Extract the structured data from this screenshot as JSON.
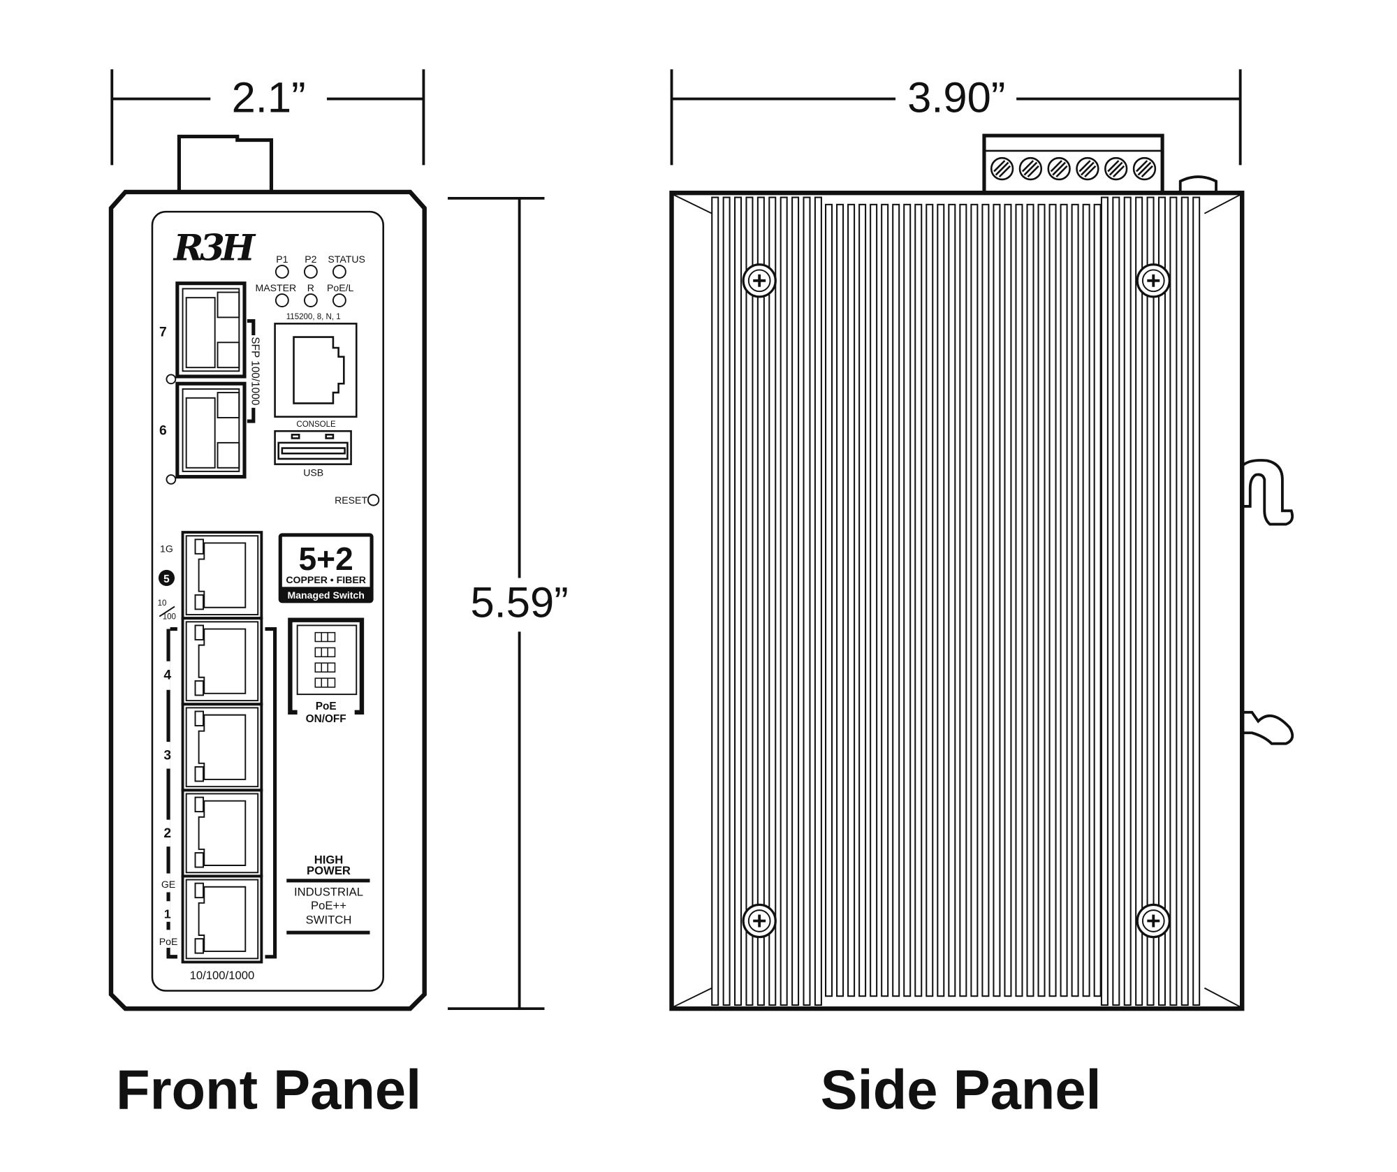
{
  "dimensions": {
    "width": "2.1”",
    "height": "5.59”",
    "depth": "3.90”"
  },
  "captions": {
    "front": "Front Panel",
    "side": "Side Panel"
  },
  "front_panel": {
    "logo": "R3H",
    "leds_row1": [
      "P1",
      "P2",
      "STATUS"
    ],
    "leds_row2": [
      "MASTER",
      "R",
      "PoE/L"
    ],
    "console_settings": "115200, 8, N, 1",
    "console_label": "CONSOLE",
    "usb_label": "USB",
    "reset_label": "RESET",
    "sfp_label": "SFP 100/1000",
    "sfp_ports": [
      "7",
      "6"
    ],
    "port_labels": {
      "speed_1g": "1G",
      "port5": "5",
      "speed_10": "10",
      "speed_100": "100",
      "p4": "4",
      "p3": "3",
      "p2": "2",
      "ge": "GE",
      "p1": "1",
      "poe": "PoE"
    },
    "copper_label": "10/100/1000",
    "badge": {
      "big": "5+2",
      "sub": "COPPER • FIBER",
      "band": "Managed Switch"
    },
    "dip": {
      "line1": "PoE",
      "line2": "ON/OFF"
    },
    "tagline": {
      "l1": "HIGH",
      "l2": "POWER",
      "l3": "INDUSTRIAL",
      "l4": "PoE++",
      "l5": "SWITCH"
    }
  }
}
